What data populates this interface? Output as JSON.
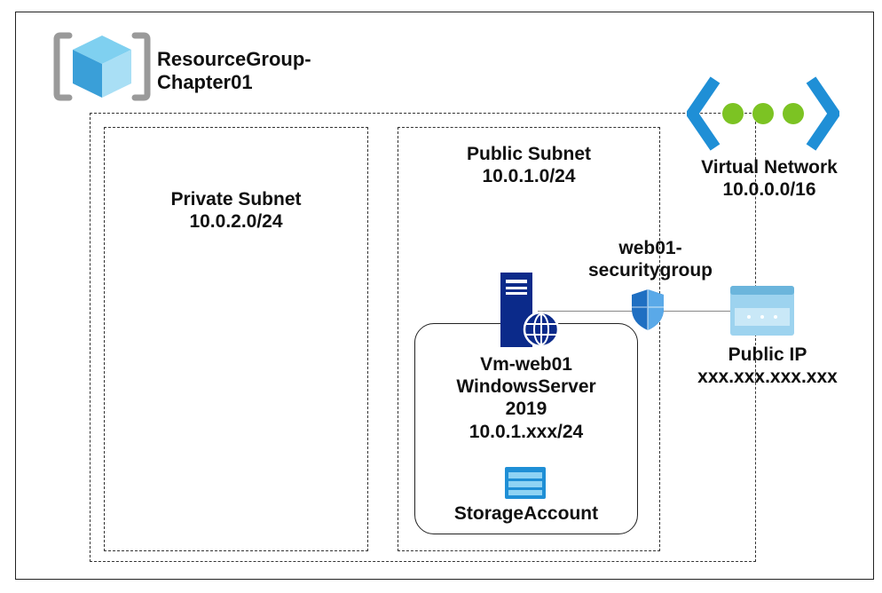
{
  "resource_group": {
    "line1": "ResourceGroup-",
    "line2": "Chapter01"
  },
  "virtual_network": {
    "name": "Virtual Network",
    "cidr": "10.0.0.0/16"
  },
  "private_subnet": {
    "name": "Private Subnet",
    "cidr": "10.0.2.0/24"
  },
  "public_subnet": {
    "name": "Public Subnet",
    "cidr": "10.0.1.0/24"
  },
  "security_group": {
    "line1": "web01-",
    "line2": "securitygroup"
  },
  "public_ip": {
    "name": "Public IP",
    "address": "xxx.xxx.xxx.xxx"
  },
  "vm": {
    "name": "Vm-web01",
    "os": "WindowsServer",
    "version": "2019",
    "ip": "10.0.1.xxx/24"
  },
  "storage": {
    "name": "StorageAccount"
  },
  "colors": {
    "azure_blue": "#1f6fc2",
    "vnet_green": "#7cc323",
    "dark_blue": "#0b2a8a"
  }
}
